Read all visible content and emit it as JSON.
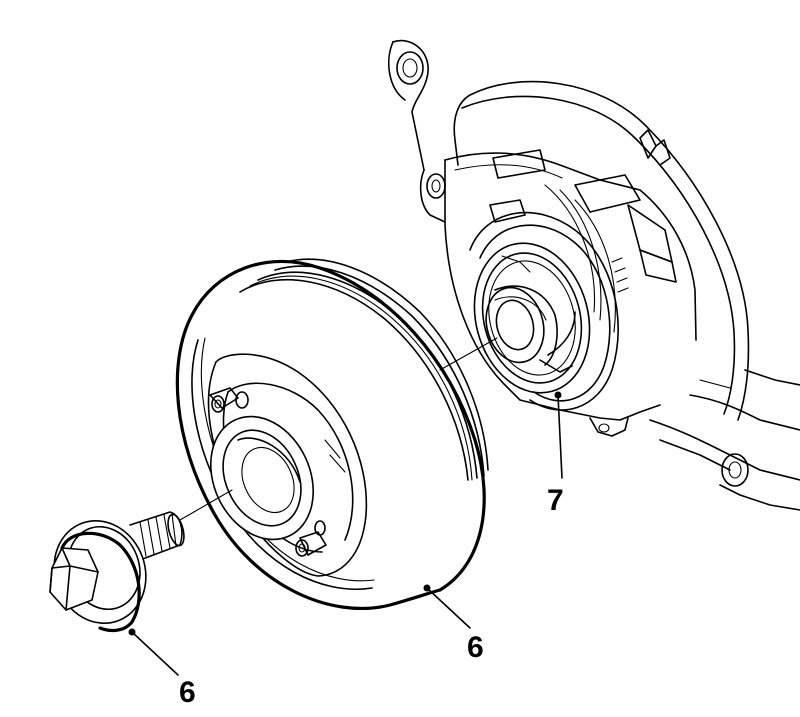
{
  "callouts": {
    "bolt": {
      "label": "6"
    },
    "pulley": {
      "label": "6"
    },
    "seal": {
      "label": "7"
    }
  }
}
